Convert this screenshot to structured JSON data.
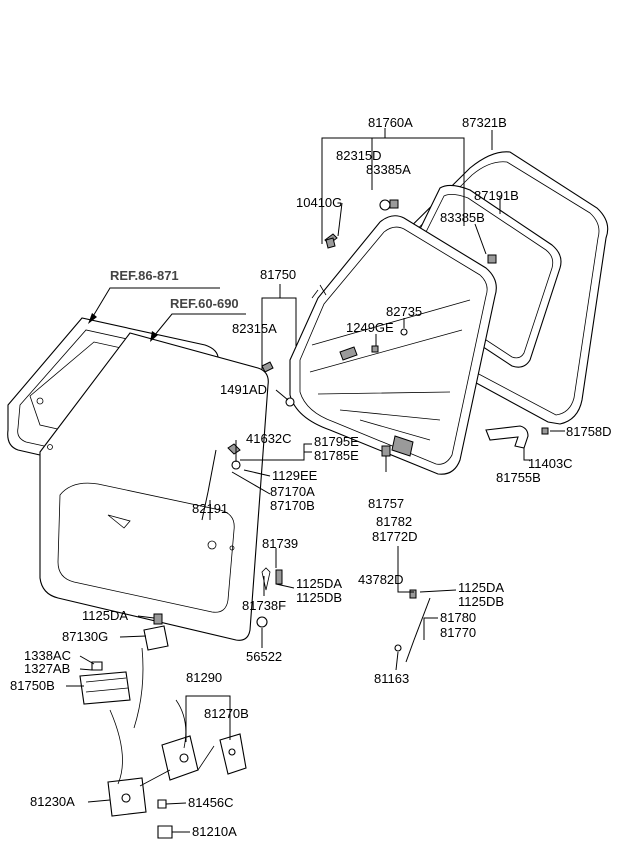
{
  "refs": {
    "ref1": "REF.86-871",
    "ref2": "REF.60-690"
  },
  "parts": {
    "p81760A": "81760A",
    "p87321B": "87321B",
    "p82315D": "82315D",
    "p83385A_top": "83385A",
    "p10410G": "10410G",
    "p87191B": "87191B",
    "p83385B": "83385B",
    "p81750": "81750",
    "p82735": "82735",
    "p82315A": "82315A",
    "p1249GE": "1249GE",
    "p1491AD": "1491AD",
    "p41632C": "41632C",
    "p81795E": "81795E",
    "p81785E": "81785E",
    "p1129EE": "1129EE",
    "p87170A": "87170A",
    "p87170B": "87170B",
    "p82191": "82191",
    "p81758D": "81758D",
    "p11403C": "11403C",
    "p81755B": "81755B",
    "p81757": "81757",
    "p81782": "81782",
    "p81772D": "81772D",
    "p81739": "81739",
    "p43782D": "43782D",
    "p1125DA_a": "1125DA",
    "p1125DB_a": "1125DB",
    "p81738F": "81738F",
    "p1125DA_b": "1125DA",
    "p1125DB_b": "1125DB",
    "p1125DA_c": "1125DA",
    "p87130G": "87130G",
    "p56522": "56522",
    "p81780": "81780",
    "p81770": "81770",
    "p1338AC": "1338AC",
    "p1327AB": "1327AB",
    "p81750B": "81750B",
    "p81163": "81163",
    "p81290": "81290",
    "p81270B": "81270B",
    "p81230A": "81230A",
    "p81456C": "81456C",
    "p81210A": "81210A"
  }
}
